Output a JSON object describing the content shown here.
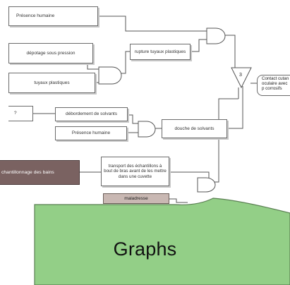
{
  "diagram": {
    "boxes": {
      "presence_humaine_1": "Présence humaine",
      "depotage": "dépotage sous pression",
      "tuyaux": "tuyaux plastiques",
      "rupture": "rupture tuyaux plastiques",
      "question": "?",
      "debordement": "débordement de solvants",
      "presence_humaine_2": "Présence humaine",
      "douche": "douche de solvants",
      "echantillonnage": "chantillonnage des bains",
      "transport": "transport des échantillons à bout de bras avant de les mettre dans une cuvette",
      "maladresse": "maladresse"
    },
    "triangle_label": "3",
    "contact_box": "Contact cutan oculaire avec p corrosifs"
  },
  "overlay": {
    "label": "Graphs",
    "fill": "#93cf87",
    "stroke": "#5a7f52"
  }
}
